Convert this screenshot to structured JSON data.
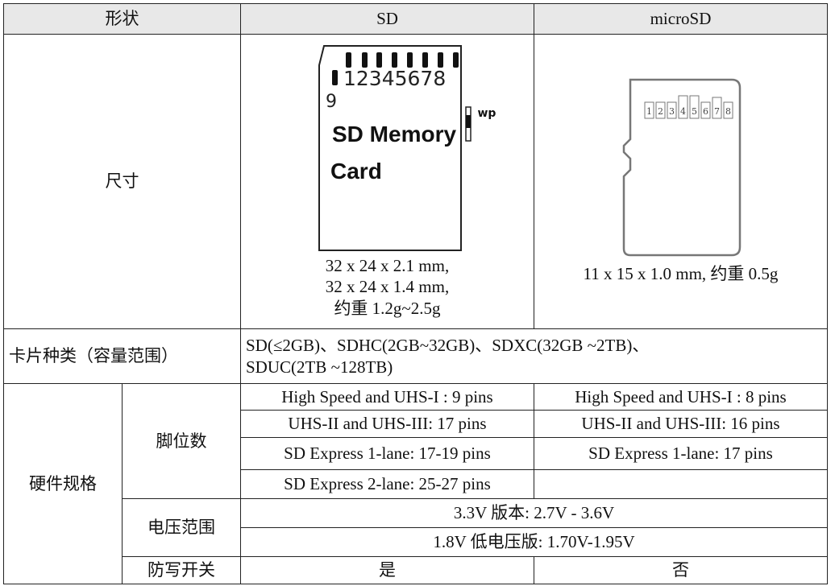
{
  "header": {
    "shape": "形状",
    "sd": "SD",
    "microsd": "microSD"
  },
  "size": {
    "label": "尺寸",
    "sd_lines": [
      "32 x 24 x 2.1 mm,",
      "32 x 24 x 1.4 mm,",
      "约重 1.2g~2.5g"
    ],
    "microsd_line": "11 x 15 x 1.0 mm, 约重 0.5g"
  },
  "sd_figure": {
    "pins": "12345678",
    "pin9": "9",
    "wp": "wp",
    "line1": "SD Memory",
    "line2": "Card"
  },
  "microsd_figure": {
    "pins": [
      "1",
      "2",
      "3",
      "4",
      "5",
      "6",
      "7",
      "8"
    ]
  },
  "card_types": {
    "label": "卡片种类（容量范围）",
    "line1": "SD(≤2GB)、SDHC(2GB~32GB)、SDXC(32GB ~2TB)、",
    "line2": "SDUC(2TB ~128TB)"
  },
  "hardware": {
    "label": "硬件规格",
    "pins_label": "脚位数",
    "pins": [
      {
        "sd": "High Speed and UHS-I : 9 pins",
        "microsd": "High Speed and UHS-I : 8 pins"
      },
      {
        "sd": "UHS-II and UHS-III: 17 pins",
        "microsd": "UHS-II and UHS-III: 16 pins"
      },
      {
        "sd": "SD Express 1-lane: 17-19 pins",
        "microsd": "SD Express 1-lane: 17 pins"
      },
      {
        "sd": "SD Express 2-lane: 25-27 pins",
        "microsd": ""
      }
    ],
    "voltage_label": "电压范围",
    "voltage": [
      "3.3V 版本: 2.7V - 3.6V",
      "1.8V 低电压版: 1.70V-1.95V"
    ],
    "wp_label": "防写开关",
    "wp_sd": "是",
    "wp_microsd": "否"
  }
}
